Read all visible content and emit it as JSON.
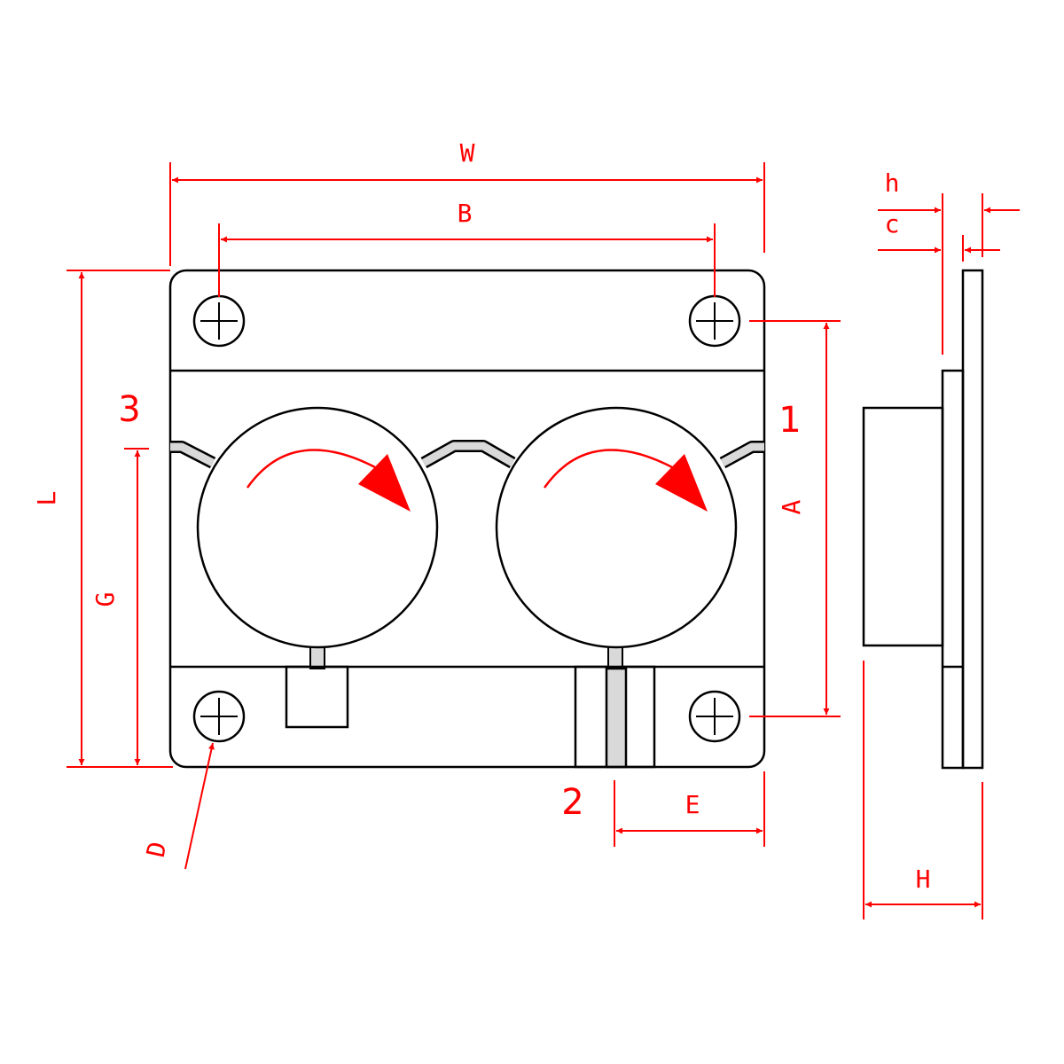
{
  "colors": {
    "outline": "#000000",
    "dimension": "#ff0000",
    "channel_fill": "#d9d9d9",
    "background": "#ffffff"
  },
  "dimensions": {
    "W": "W",
    "B": "B",
    "L": "L",
    "G": "G",
    "A": "A",
    "D": "D",
    "E": "E",
    "H": "H",
    "h": "h",
    "c": "c"
  },
  "ports": {
    "port1": "1",
    "port2": "2",
    "port3": "3"
  },
  "icons": {
    "rotation": "curved-arrow-icon",
    "mounting_hole": "crosshair-hole-icon"
  }
}
